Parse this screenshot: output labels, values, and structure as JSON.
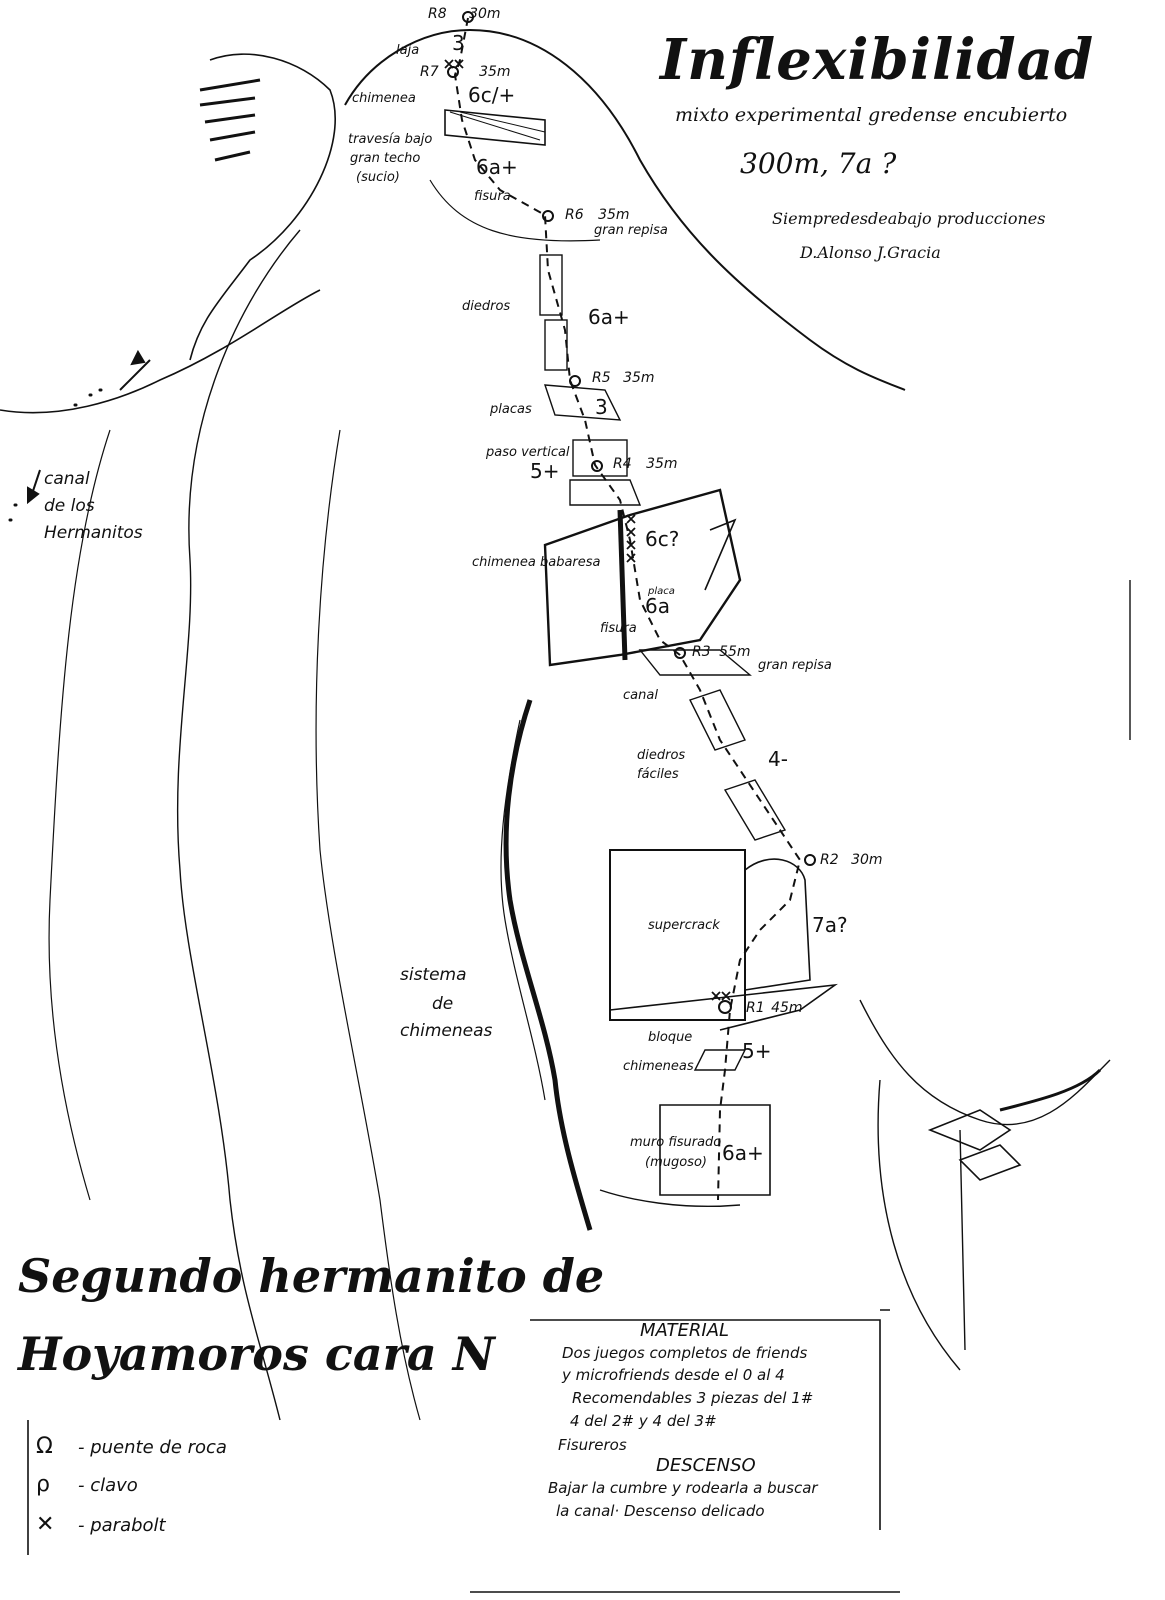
{
  "title": "Inflexibilidad",
  "subtitle": "mixto experimental gredense encubierto",
  "length_grade": "300m, 7a ?",
  "credits": [
    "Siempredesdeabajo producciones",
    "D.Alonso J.Gracia"
  ],
  "peak_name": [
    "Segundo hermanito de",
    "Hoyamoros cara N"
  ],
  "canal_label": [
    "canal",
    "de los",
    "Hermanitos"
  ],
  "belays": [
    {
      "id": "R8",
      "length": "30m"
    },
    {
      "id": "R7",
      "length": "35m"
    },
    {
      "id": "R6",
      "length": "35m"
    },
    {
      "id": "R5",
      "length": "35m"
    },
    {
      "id": "R4",
      "length": "35m"
    },
    {
      "id": "R3",
      "length": "55m"
    },
    {
      "id": "R2",
      "length": "30m"
    },
    {
      "id": "R1",
      "length": "45m"
    }
  ],
  "grades": [
    "3",
    "6c/+",
    "6a+",
    "6a+",
    "3",
    "5+",
    "6c?",
    "6a",
    "4-",
    "7a?",
    "5+",
    "6a+"
  ],
  "features": [
    "laja",
    "chimenea",
    "travesía bajo",
    "gran techo",
    "(sucio)",
    "fisura",
    "gran repisa",
    "diedros",
    "placas",
    "paso vertical",
    "chimenea babaresa",
    "placa",
    "fisura",
    "gran repisa",
    "canal",
    "diedros",
    "fáciles",
    "supercrack",
    "bloque",
    "chimeneas",
    "muro fisurado",
    "(mugoso)",
    "sistema",
    "de",
    "chimeneas"
  ],
  "material": {
    "heading": "MATERIAL",
    "lines": [
      "Dos juegos completos de friends",
      "y microfriends desde el 0 al 4",
      "Recomendables 3 piezas del 1#",
      "4 del 2# y 4 del 3#",
      "Fisureros"
    ]
  },
  "descenso": {
    "heading": "DESCENSO",
    "lines": [
      "Bajar la cumbre y rodearla a buscar",
      "la canal· Descenso delicado"
    ]
  },
  "legend": [
    {
      "icon": "rock-bridge-icon",
      "symbol": "Ω",
      "label": "- puente de roca"
    },
    {
      "icon": "piton-icon",
      "symbol": "ρ",
      "label": "- clavo"
    },
    {
      "icon": "bolt-icon",
      "symbol": "✕",
      "label": "- parabolt"
    }
  ]
}
